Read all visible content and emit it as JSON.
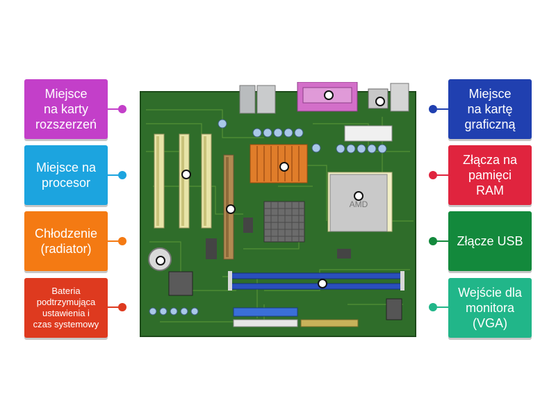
{
  "labels": [
    {
      "id": "expansion",
      "text": "Miejsce\nna karty\nrozszerzeń",
      "color": "#c33fc9",
      "dot": "#c33fc9"
    },
    {
      "id": "cpu-socket",
      "text": "Miejsce na\nprocesor",
      "color": "#1ca4df",
      "dot": "#1ca4df"
    },
    {
      "id": "cooling",
      "text": "Chłodzenie\n(radiator)",
      "color": "#f47a13",
      "dot": "#f47a13"
    },
    {
      "id": "battery",
      "text": "Bateria\npodtrzymująca\nustawienia i\nczas systemowy",
      "color": "#de3a1f",
      "dot": "#de3a1f"
    },
    {
      "id": "graphics",
      "text": "Miejsce\nna kartę\ngraficzną",
      "color": "#2040b0",
      "dot": "#2040b0"
    },
    {
      "id": "ram",
      "text": "Złącza na\npamięci\nRAM",
      "color": "#e0243e",
      "dot": "#e0243e"
    },
    {
      "id": "usb",
      "text": "Złącze USB",
      "color": "#13893c",
      "dot": "#13893c"
    },
    {
      "id": "vga",
      "text": "Wejście dla\nmonitora\n(VGA)",
      "color": "#21b689",
      "dot": "#21b689"
    }
  ],
  "board": {
    "chip_brand": "AMD",
    "pcb_color": "#2f6d2a"
  }
}
